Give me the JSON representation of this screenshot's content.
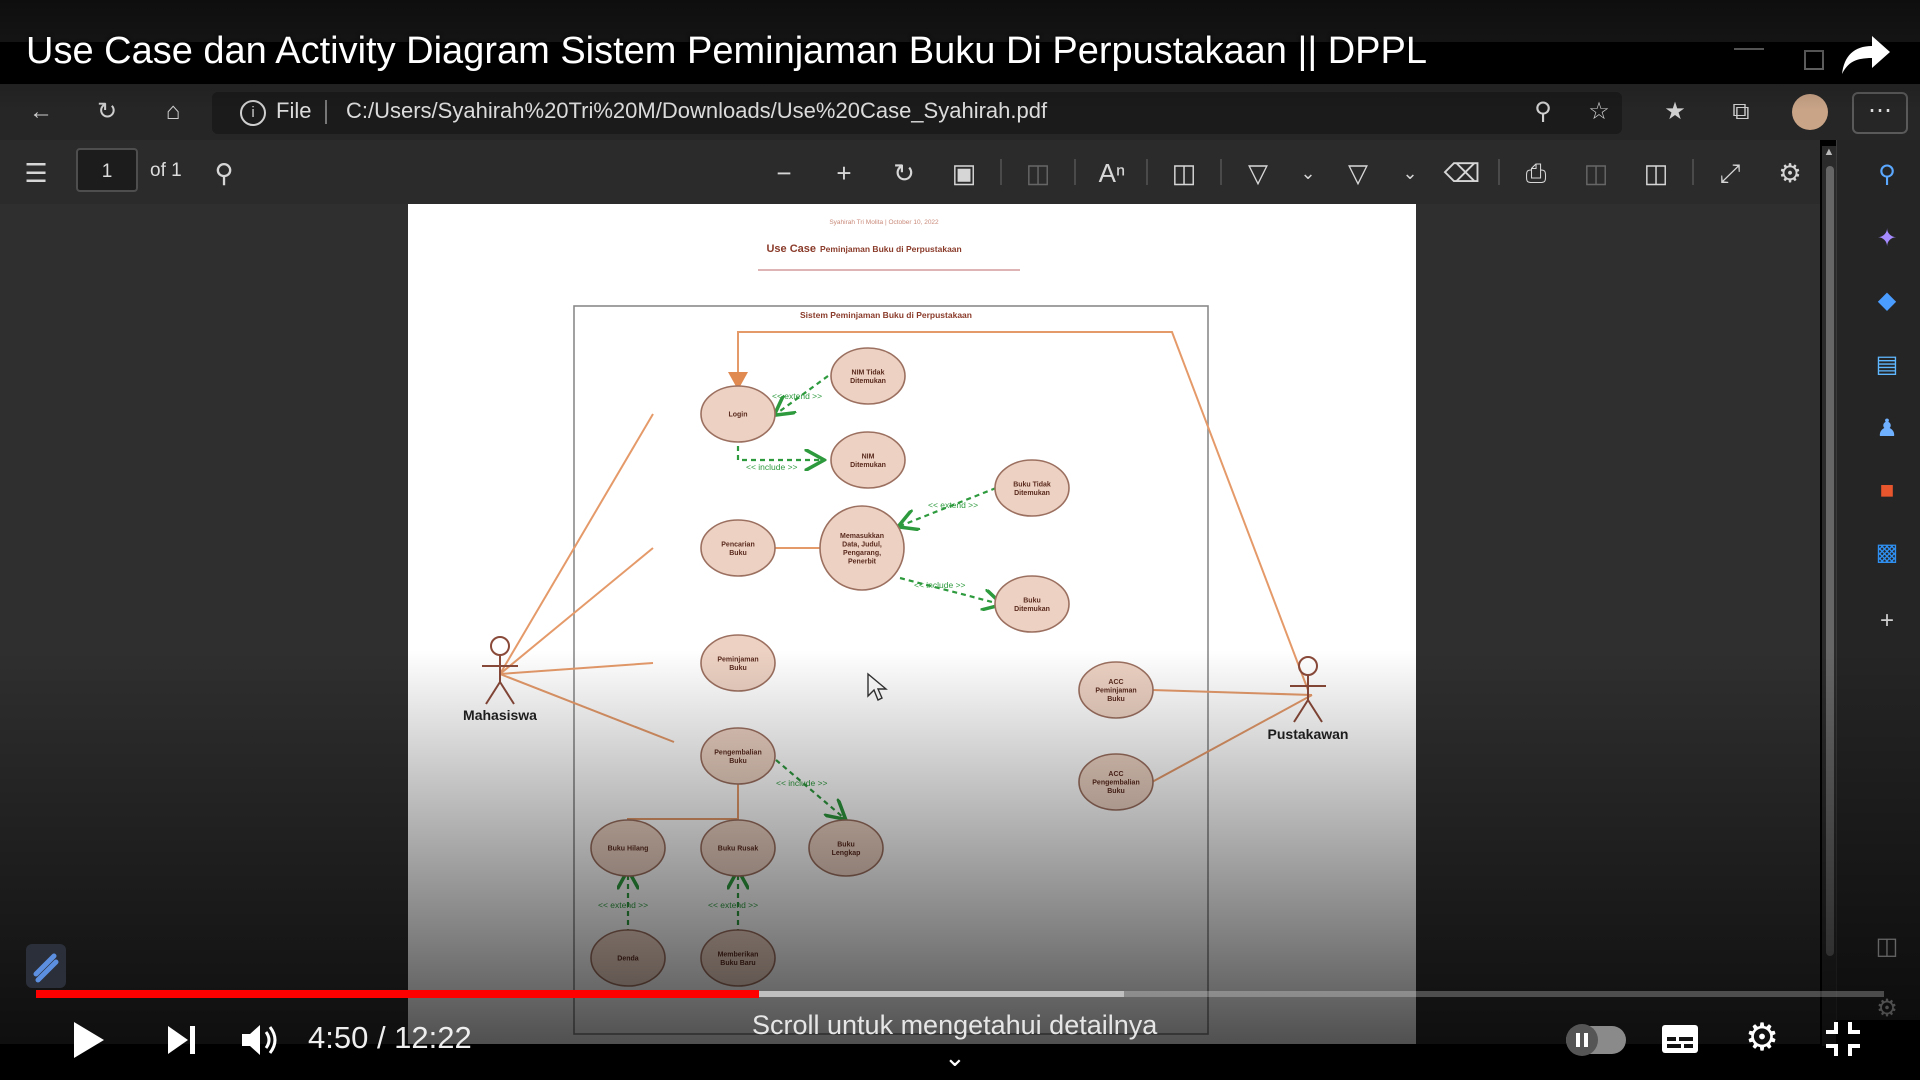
{
  "video": {
    "title": "Use Case dan Activity Diagram Sistem Peminjaman Buku Di Perpustakaan || DPPL",
    "time_display": "4:50 / 12:22",
    "progress": 0.391,
    "buffered": 0.589,
    "scroll_hint": "Scroll untuk mengetahui detailnya",
    "autoplay_on": false
  },
  "browser": {
    "file_label": "File",
    "url": "C:/Users/Syahirah%20Tri%20M/Downloads/Use%20Case_Syahirah.pdf"
  },
  "pdf_toolbar": {
    "page_number": "1",
    "page_of": "of 1"
  },
  "document": {
    "header_small": "Syahirah Tri Molita  |  October 10, 2022",
    "title_big": "Use Case",
    "title_rest": "Peminjaman Buku di Perpustakaan",
    "system_label": "Sistem Peminjaman Buku di Perpustakaan",
    "actors": {
      "left": "Mahasiswa",
      "right": "Pustakawan"
    },
    "use_cases": {
      "login": "Login",
      "nim_tidak": [
        "NIM Tidak",
        "Ditemukan"
      ],
      "nim_ditemukan": [
        "NIM",
        "Ditemukan"
      ],
      "pencarian": [
        "Pencarian",
        "Buku"
      ],
      "memasukkan": [
        "Memasukkan",
        "Data, Judul,",
        "Pengarang,",
        "Penerbit"
      ],
      "buku_tidak": [
        "Buku Tidak",
        "Ditemukan"
      ],
      "buku_ditemukan": [
        "Buku",
        "Ditemukan"
      ],
      "peminjaman": [
        "Peminjaman",
        "Buku"
      ],
      "pengembalian": [
        "Pengembalian",
        "Buku"
      ],
      "acc_peminjaman": [
        "ACC",
        "Peminjaman",
        "Buku"
      ],
      "acc_pengembalian": [
        "ACC",
        "Pengembalian",
        "Buku"
      ],
      "buku_hilang": "Buku Hilang",
      "buku_rusak": "Buku Rusak",
      "buku_lengkap": [
        "Buku",
        "Lengkap"
      ],
      "denda": "Denda",
      "memberikan": [
        "Memberikan",
        "Buku Baru"
      ]
    },
    "relations": {
      "extend": "<< extend >>",
      "include": "<< include >>"
    }
  },
  "colors": {
    "ellipse_fill": "#edd2c3",
    "ellipse_stroke": "#9c7060",
    "association": "#e59a6a",
    "dependency": "#2e9a3e",
    "progress_red": "#ff0000"
  }
}
